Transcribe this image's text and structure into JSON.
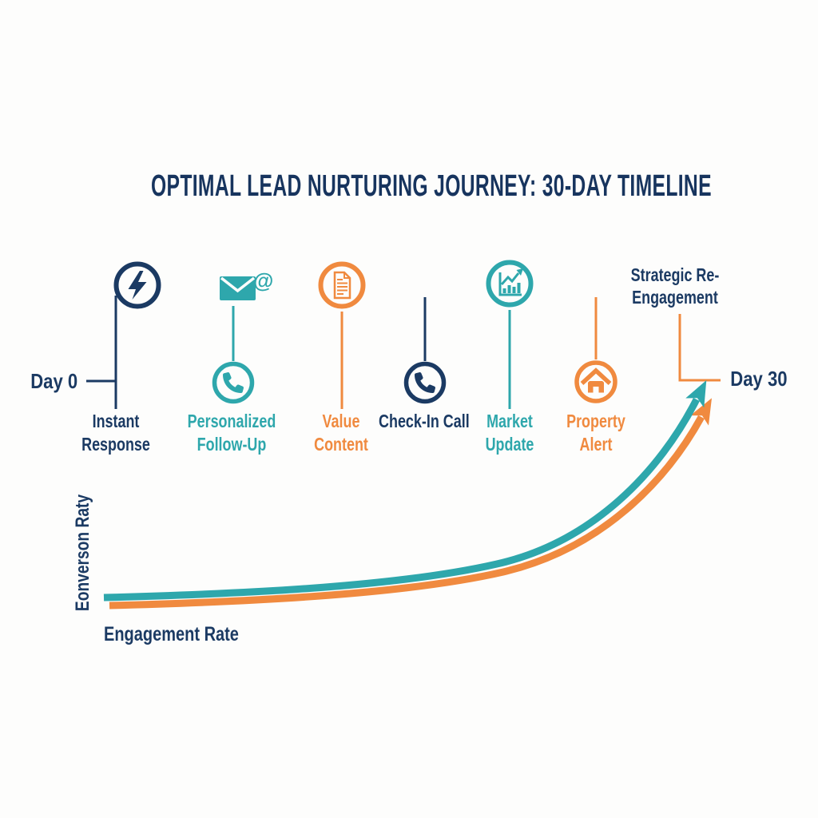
{
  "title": "OPTIMAL LEAD NURTURING JOURNEY: 30-DAY TIMELINE",
  "colors": {
    "navy": "#1b3a63",
    "teal": "#2ea7ac",
    "orange": "#f08a3f",
    "background": "#fdfdfc"
  },
  "timeline": {
    "start_day_label": "Day 0",
    "end_day_label": "Day 30",
    "milestones": [
      {
        "label": "Instant Response",
        "icons": [
          "lightning-icon"
        ],
        "color": "#1b3a63"
      },
      {
        "label": "Personalized Follow-Up",
        "icons": [
          "email-at-icon",
          "phone-icon"
        ],
        "color": "#2ea7ac"
      },
      {
        "label": "Value Content",
        "icons": [
          "document-icon"
        ],
        "color": "#f08a3f"
      },
      {
        "label": "Check-In Call",
        "icons": [
          "phone-icon"
        ],
        "color": "#1b3a63"
      },
      {
        "label": "Market Update",
        "icons": [
          "bar-chart-icon"
        ],
        "color": "#2ea7ac"
      },
      {
        "label": "Property Alert",
        "icons": [
          "house-icon"
        ],
        "color": "#f08a3f"
      },
      {
        "label": "Strategic Re-Engagement",
        "icons": [],
        "color": "#1b3a63"
      }
    ]
  },
  "chart": {
    "y_axis_label": "Eonverson Raty",
    "curve_caption": "Engagement Rate",
    "curves": [
      {
        "name": "teal-growth-curve",
        "color": "#2ea7ac"
      },
      {
        "name": "orange-growth-curve",
        "color": "#f08a3f"
      }
    ]
  },
  "glyphs": {
    "email_at_symbol": "@"
  }
}
